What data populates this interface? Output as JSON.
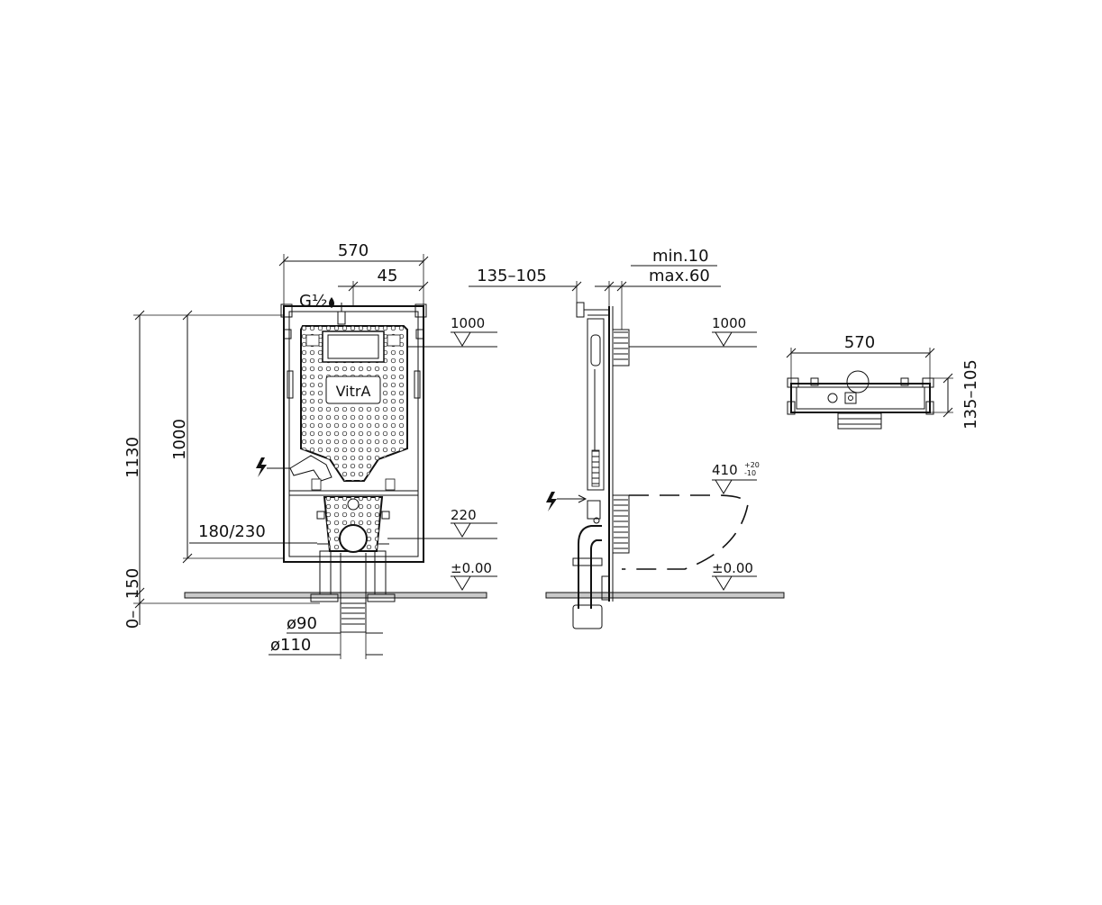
{
  "front_view": {
    "width": "570",
    "inlet_offset": "45",
    "inlet_thread": "G½",
    "height_total": "1130",
    "height_frame": "1000",
    "drain_height": "180/230",
    "foot_adjust": "150",
    "floor_range": "0–",
    "pipe_d90": "ø90",
    "pipe_d110": "ø110",
    "logo": "VitrA",
    "level_1000": "1000",
    "level_220": "220",
    "level_zero": "±0.00"
  },
  "side_view": {
    "depth": "135–105",
    "min": "min.10",
    "max": "max.60",
    "level_1000": "1000",
    "level_410": "410",
    "tol_plus": "+20",
    "tol_minus": "-10",
    "level_zero": "±0.00"
  },
  "top_view": {
    "width": "570",
    "depth": "135–105"
  },
  "icons": [
    "electric-flash-icon",
    "water-drop-icon",
    "level-triangle-icon"
  ]
}
